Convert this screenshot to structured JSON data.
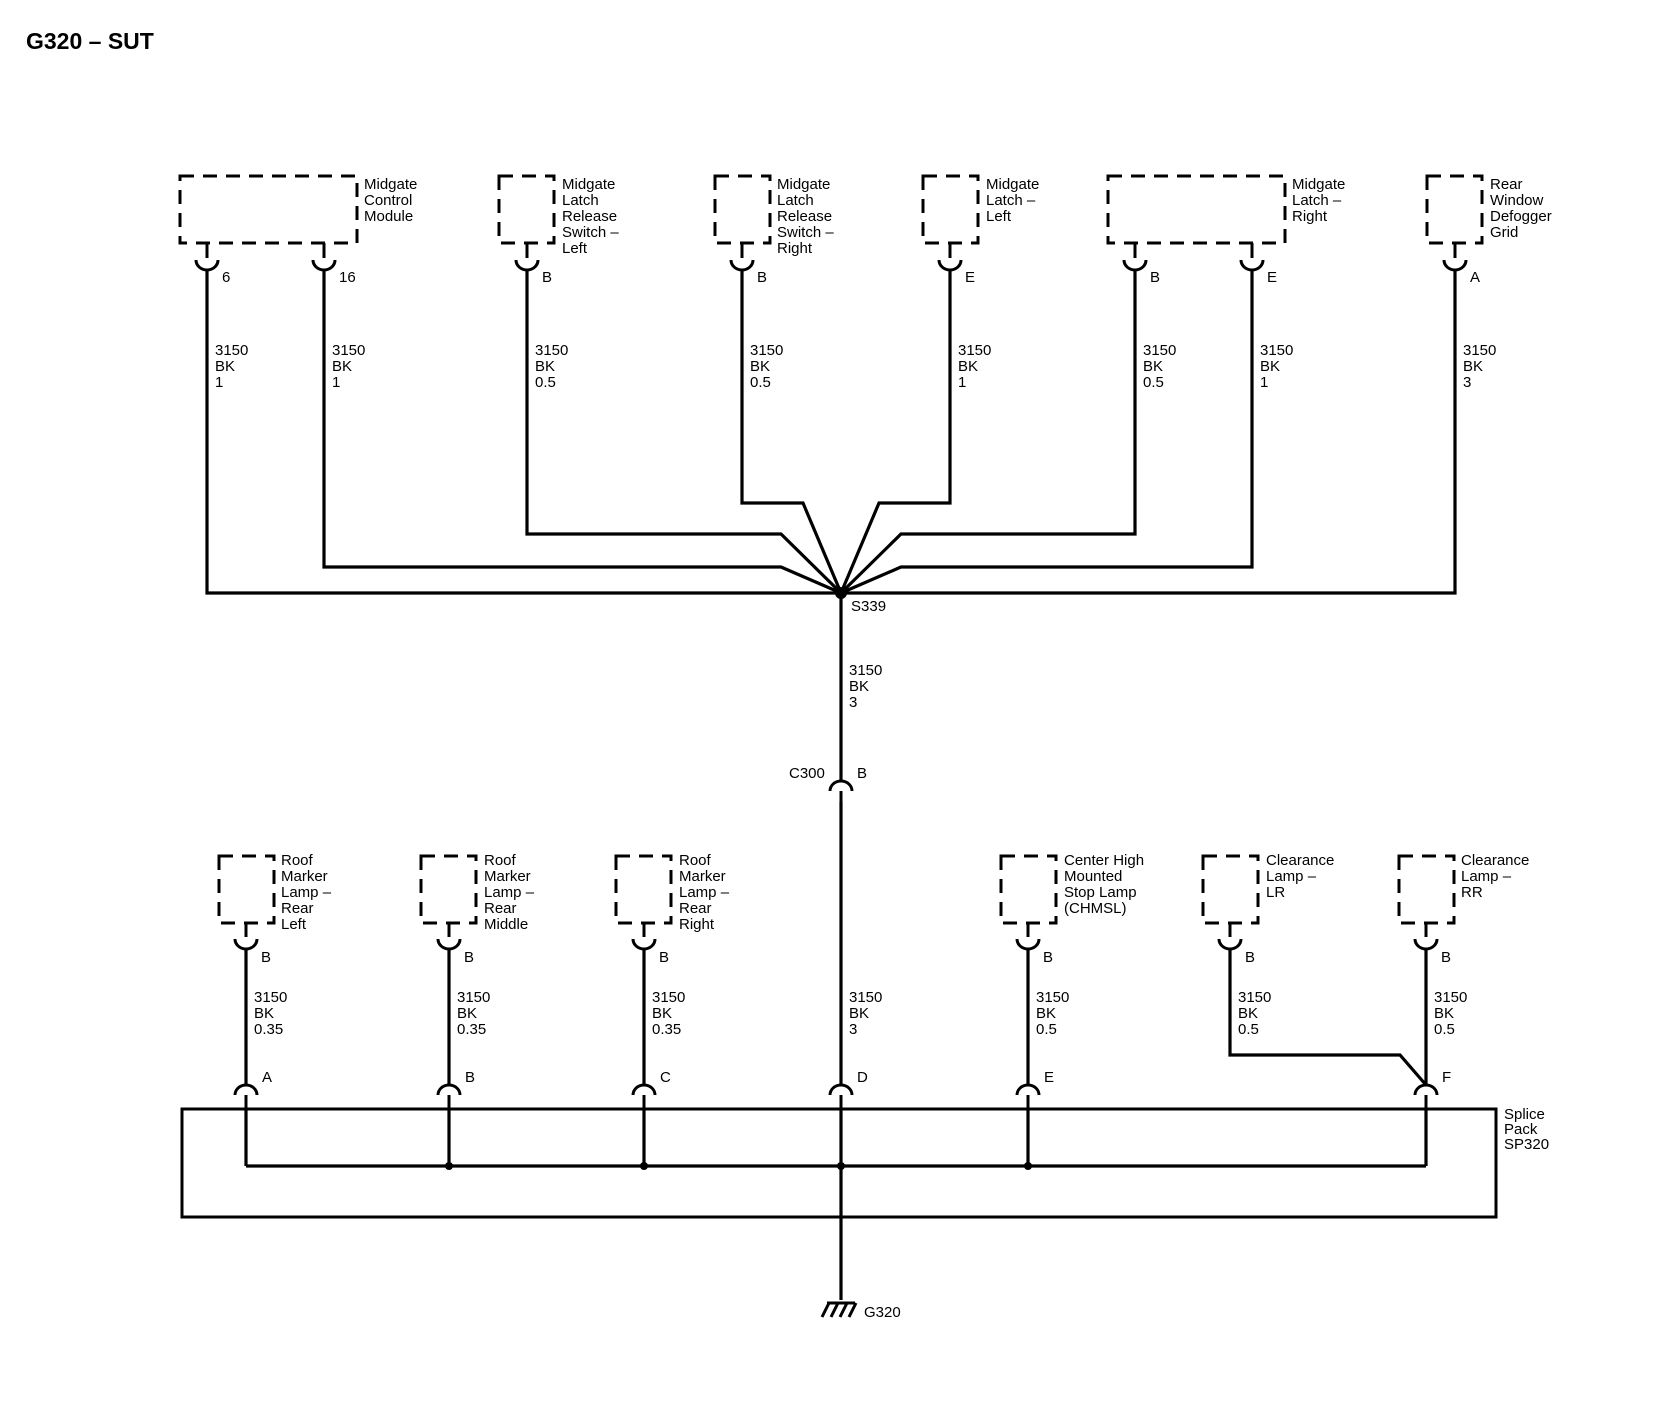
{
  "title": "G320 – SUT",
  "top_components": [
    {
      "id": "mcm",
      "lines": [
        "Midgate",
        "Control",
        "Module"
      ],
      "pins": [
        "6",
        "16"
      ]
    },
    {
      "id": "mlrs-left",
      "lines": [
        "Midgate",
        "Latch",
        "Release",
        "Switch –",
        "Left"
      ],
      "pins": [
        "B"
      ]
    },
    {
      "id": "mlrs-right",
      "lines": [
        "Midgate",
        "Latch",
        "Release",
        "Switch –",
        "Right"
      ],
      "pins": [
        "B"
      ]
    },
    {
      "id": "ml-left",
      "lines": [
        "Midgate",
        "Latch –",
        "Left"
      ],
      "pins": [
        "E"
      ]
    },
    {
      "id": "ml-right",
      "lines": [
        "Midgate",
        "Latch –",
        "Right"
      ],
      "pins": [
        "B",
        "E"
      ]
    },
    {
      "id": "rwdg",
      "lines": [
        "Rear",
        "Window",
        "Defogger",
        "Grid"
      ],
      "pins": [
        "A"
      ]
    }
  ],
  "top_wires": [
    {
      "circuit": "3150",
      "color": "BK",
      "size": "1"
    },
    {
      "circuit": "3150",
      "color": "BK",
      "size": "1"
    },
    {
      "circuit": "3150",
      "color": "BK",
      "size": "0.5"
    },
    {
      "circuit": "3150",
      "color": "BK",
      "size": "0.5"
    },
    {
      "circuit": "3150",
      "color": "BK",
      "size": "1"
    },
    {
      "circuit": "3150",
      "color": "BK",
      "size": "0.5"
    },
    {
      "circuit": "3150",
      "color": "BK",
      "size": "1"
    },
    {
      "circuit": "3150",
      "color": "BK",
      "size": "3"
    }
  ],
  "splice": {
    "label": "S339"
  },
  "trunk_wire": {
    "circuit": "3150",
    "color": "BK",
    "size": "3"
  },
  "connector": {
    "label": "C300",
    "pin": "B"
  },
  "bottom_components": [
    {
      "id": "rml-rear-left",
      "lines": [
        "Roof",
        "Marker",
        "Lamp –",
        "Rear",
        "Left"
      ],
      "pin": "B"
    },
    {
      "id": "rml-rear-middle",
      "lines": [
        "Roof",
        "Marker",
        "Lamp –",
        "Rear",
        "Middle"
      ],
      "pin": "B"
    },
    {
      "id": "rml-rear-right",
      "lines": [
        "Roof",
        "Marker",
        "Lamp –",
        "Rear",
        "Right"
      ],
      "pin": "B"
    },
    {
      "id": "chmsl",
      "lines": [
        "Center High",
        "Mounted",
        "Stop Lamp",
        "(CHMSL)"
      ],
      "pin": "B"
    },
    {
      "id": "clr-lr",
      "lines": [
        "Clearance",
        "Lamp –",
        "LR"
      ],
      "pin": "B"
    },
    {
      "id": "clr-rr",
      "lines": [
        "Clearance",
        "Lamp –",
        "RR"
      ],
      "pin": "B"
    }
  ],
  "bottom_wires": [
    {
      "circuit": "3150",
      "color": "BK",
      "size": "0.35"
    },
    {
      "circuit": "3150",
      "color": "BK",
      "size": "0.35"
    },
    {
      "circuit": "3150",
      "color": "BK",
      "size": "0.35"
    },
    {
      "circuit": "3150",
      "color": "BK",
      "size": "3"
    },
    {
      "circuit": "3150",
      "color": "BK",
      "size": "0.5"
    },
    {
      "circuit": "3150",
      "color": "BK",
      "size": "0.5"
    },
    {
      "circuit": "3150",
      "color": "BK",
      "size": "0.5"
    }
  ],
  "splice_pack": {
    "lines": [
      "Splice",
      "Pack",
      "SP320"
    ],
    "pins": [
      "A",
      "B",
      "C",
      "D",
      "E",
      "F"
    ]
  },
  "ground": {
    "label": "G320"
  }
}
